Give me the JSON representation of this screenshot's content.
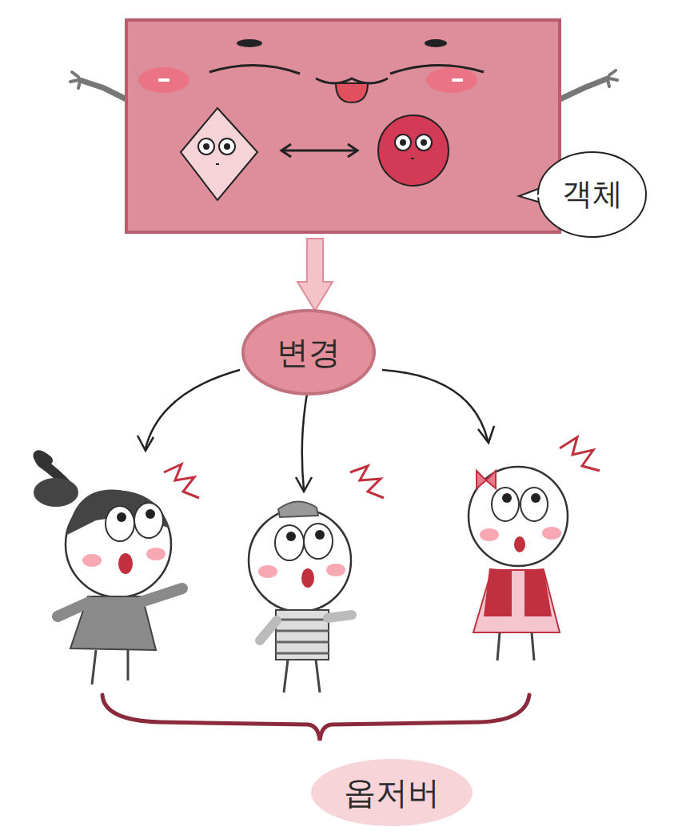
{
  "diagram": {
    "nodes": [
      {
        "text": [
          "객체"
        ]
      },
      {
        "text": [
          "변경"
        ]
      },
      {
        "text": [
          "옵저버"
        ]
      }
    ]
  }
}
